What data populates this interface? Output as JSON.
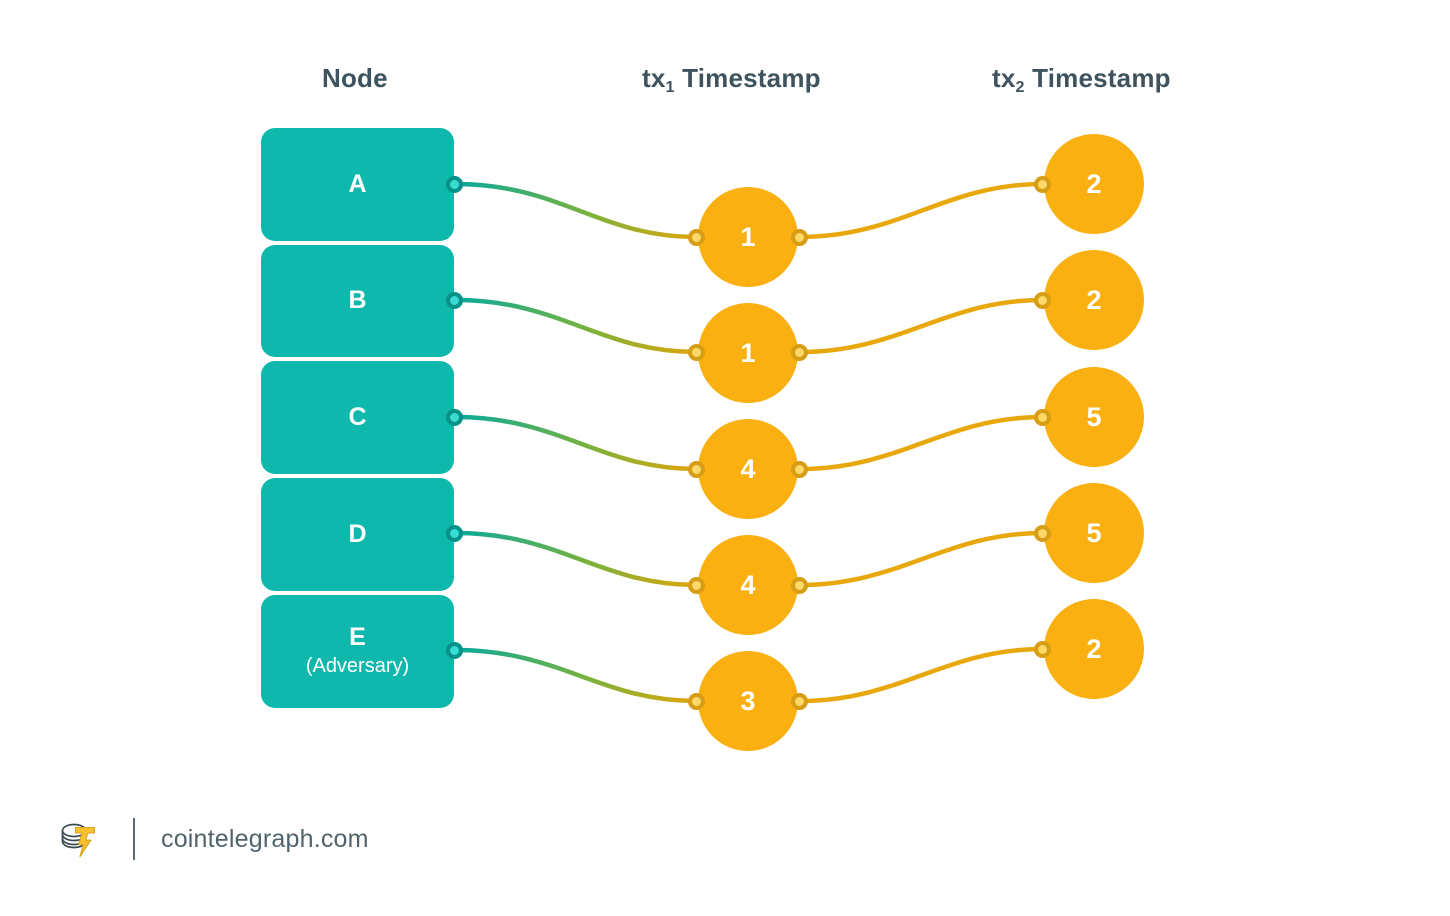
{
  "headers": {
    "node": "Node",
    "tx1_prefix": "tx",
    "tx1_sub": "1",
    "tx1_suffix": " Timestamp",
    "tx2_prefix": "tx",
    "tx2_sub": "2",
    "tx2_suffix": " Timestamp"
  },
  "colors": {
    "node_fill": "#0fb8ac",
    "node_dot_fill": "#38dcd2",
    "node_dot_ring": "#069189",
    "timestamp_fill": "#fbb011",
    "timestamp_dot_fill": "#fcd968",
    "timestamp_dot_ring": "#d79d14",
    "header_text": "#3e535e",
    "footer_text": "#51636d",
    "background": "#ffffff",
    "link_start": "#06a99e",
    "link_end": "#e0a60a"
  },
  "rows": [
    {
      "node": "A",
      "node_sub": "",
      "tx1": "1",
      "tx2": "2"
    },
    {
      "node": "B",
      "node_sub": "",
      "tx1": "1",
      "tx2": "2"
    },
    {
      "node": "C",
      "node_sub": "",
      "tx1": "4",
      "tx2": "5"
    },
    {
      "node": "D",
      "node_sub": "",
      "tx1": "4",
      "tx2": "5"
    },
    {
      "node": "E",
      "node_sub": "(Adversary)",
      "tx1": "3",
      "tx2": "2"
    }
  ],
  "footer": {
    "site": "cointelegraph.com",
    "logo_icon": "cointelegraph-coin-stack-logo"
  }
}
